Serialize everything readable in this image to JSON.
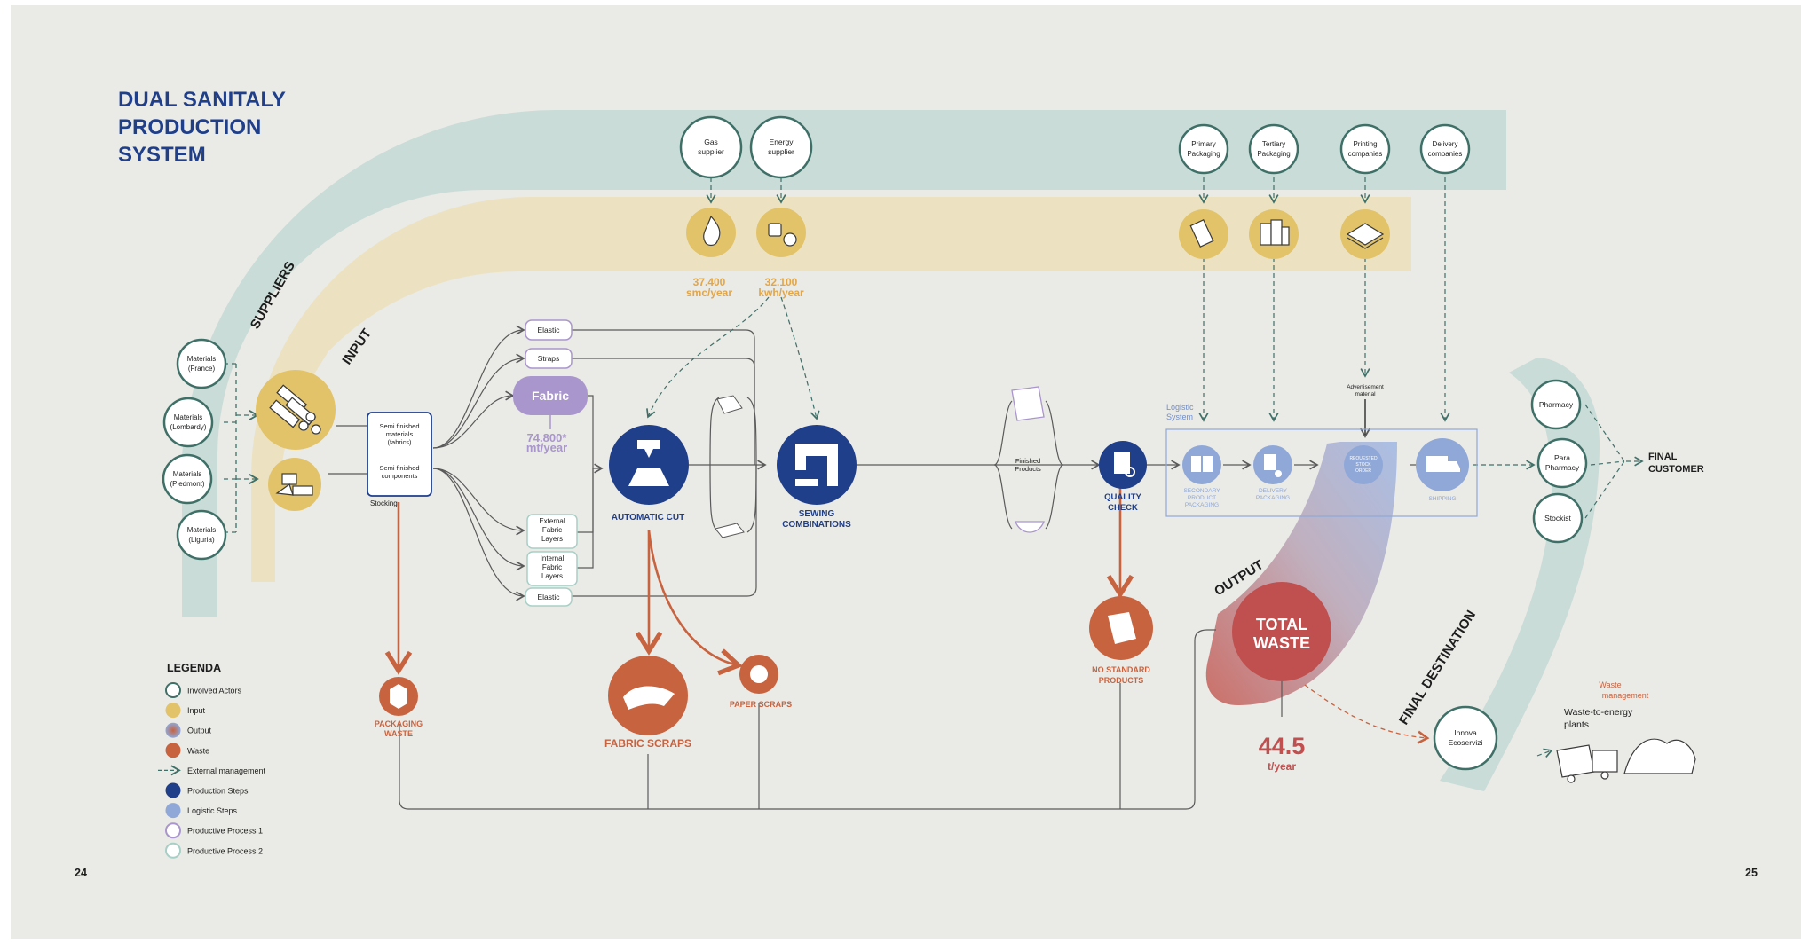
{
  "title": [
    "DUAL SANITALY",
    "PRODUCTION",
    "SYSTEM"
  ],
  "page_left": "24",
  "page_right": "25",
  "colors": {
    "navy": "#1f3f8a",
    "input_yellow": "#e2c36a",
    "waste_orange": "#c8633f",
    "logistic_blue": "#8fa8d8",
    "process_purple": "#a996cc",
    "teal_band": "#c9dcd7",
    "yellow_band": "#ece2c2",
    "background": "#eaeae6"
  },
  "band_labels": {
    "suppliers": "SUPPLIERS",
    "input": "INPUT",
    "output": "OUTPUT",
    "final_destination": "FINAL DESTINATION"
  },
  "materials": [
    [
      "Materials",
      "(France)"
    ],
    [
      "Materials",
      "(Lombardy)"
    ],
    [
      "Materials",
      "(Piedmont)"
    ],
    [
      "Materials",
      "(Liguria)"
    ]
  ],
  "suppliers": {
    "gas": [
      "Gas",
      "supplier"
    ],
    "energy": [
      "Energy",
      "supplier"
    ],
    "primary": [
      "Primary",
      "Packaging"
    ],
    "tertiary": [
      "Tertiary",
      "Packaging"
    ],
    "printing": [
      "Printing",
      "companies"
    ],
    "delivery": [
      "Delivery",
      "companies"
    ]
  },
  "consumption": {
    "gas_value": "37.400",
    "gas_unit": "smc/year",
    "energy_value": "32.100",
    "energy_unit": "kwh/year"
  },
  "semi_finished": {
    "materials": [
      "Semi finished",
      "materials",
      "(fabrics)"
    ],
    "components": [
      "Semi finished",
      "components"
    ],
    "stocking": "Stocking"
  },
  "components": {
    "elastic_top": "Elastic",
    "straps": "Straps",
    "fabric": "Fabric",
    "fabric_qty": [
      "74.800*",
      "mt/year"
    ],
    "external_layers": [
      "External",
      "Fabric",
      "Layers"
    ],
    "internal_layers": [
      "Internal",
      "Fabric",
      "Layers"
    ],
    "elastic_bottom": "Elastic"
  },
  "steps": {
    "automatic_cut": "AUTOMATIC CUT",
    "sewing": [
      "SEWING",
      "COMBINATIONS"
    ],
    "finished_products": [
      "Finished",
      "Products"
    ],
    "quality_check": [
      "QUALITY",
      "CHECK"
    ]
  },
  "logistics": {
    "system_label": [
      "Logistic",
      "System"
    ],
    "advertisement": [
      "Advertisement",
      "material"
    ],
    "secondary": [
      "SECONDARY",
      "PRODUCT",
      "PACKAGING"
    ],
    "delivery_packaging": [
      "DELIVERY",
      "PACKAGING"
    ],
    "requested_stock": [
      "REQUESTED",
      "STOCK",
      "ORDER"
    ],
    "shipping": "SHIPPING"
  },
  "waste": {
    "packaging": [
      "PACKAGING",
      "WASTE"
    ],
    "fabric_scraps": "FABRIC SCRAPS",
    "paper_scraps": "PAPER SCRAPS",
    "no_standard": [
      "NO STANDARD",
      "PRODUCTS"
    ],
    "total": [
      "TOTAL",
      "WASTE"
    ],
    "total_value": "44.5",
    "total_unit": "t/year"
  },
  "destination": {
    "pharmacy": "Pharmacy",
    "para_pharmacy": [
      "Para",
      "Pharmacy"
    ],
    "stockist": "Stockist",
    "final_customer": [
      "FINAL",
      "CUSTOMER"
    ],
    "innova": [
      "Innova",
      "Ecoservizi"
    ],
    "waste_management": [
      "Waste",
      "management"
    ],
    "wte": [
      "Waste-to-energy",
      "plants"
    ]
  },
  "legend": {
    "title": "LEGENDA",
    "items": [
      {
        "label": "Involved Actors",
        "kind": "ring",
        "color": "#3f7068"
      },
      {
        "label": "Input",
        "kind": "dot",
        "color": "#e2c36a"
      },
      {
        "label": "Output",
        "kind": "grad",
        "color": "#c8633f"
      },
      {
        "label": "Waste",
        "kind": "dot",
        "color": "#c8633f"
      },
      {
        "label": "External management",
        "kind": "arrow",
        "color": "#3f7068"
      },
      {
        "label": "Production Steps",
        "kind": "dot",
        "color": "#1f3f8a"
      },
      {
        "label": "Logistic Steps",
        "kind": "dot",
        "color": "#8fa8d8"
      },
      {
        "label": "Productive Process 1",
        "kind": "ring",
        "color": "#a996cc"
      },
      {
        "label": "Productive Process 2",
        "kind": "ring",
        "color": "#a8cfc6"
      }
    ]
  }
}
